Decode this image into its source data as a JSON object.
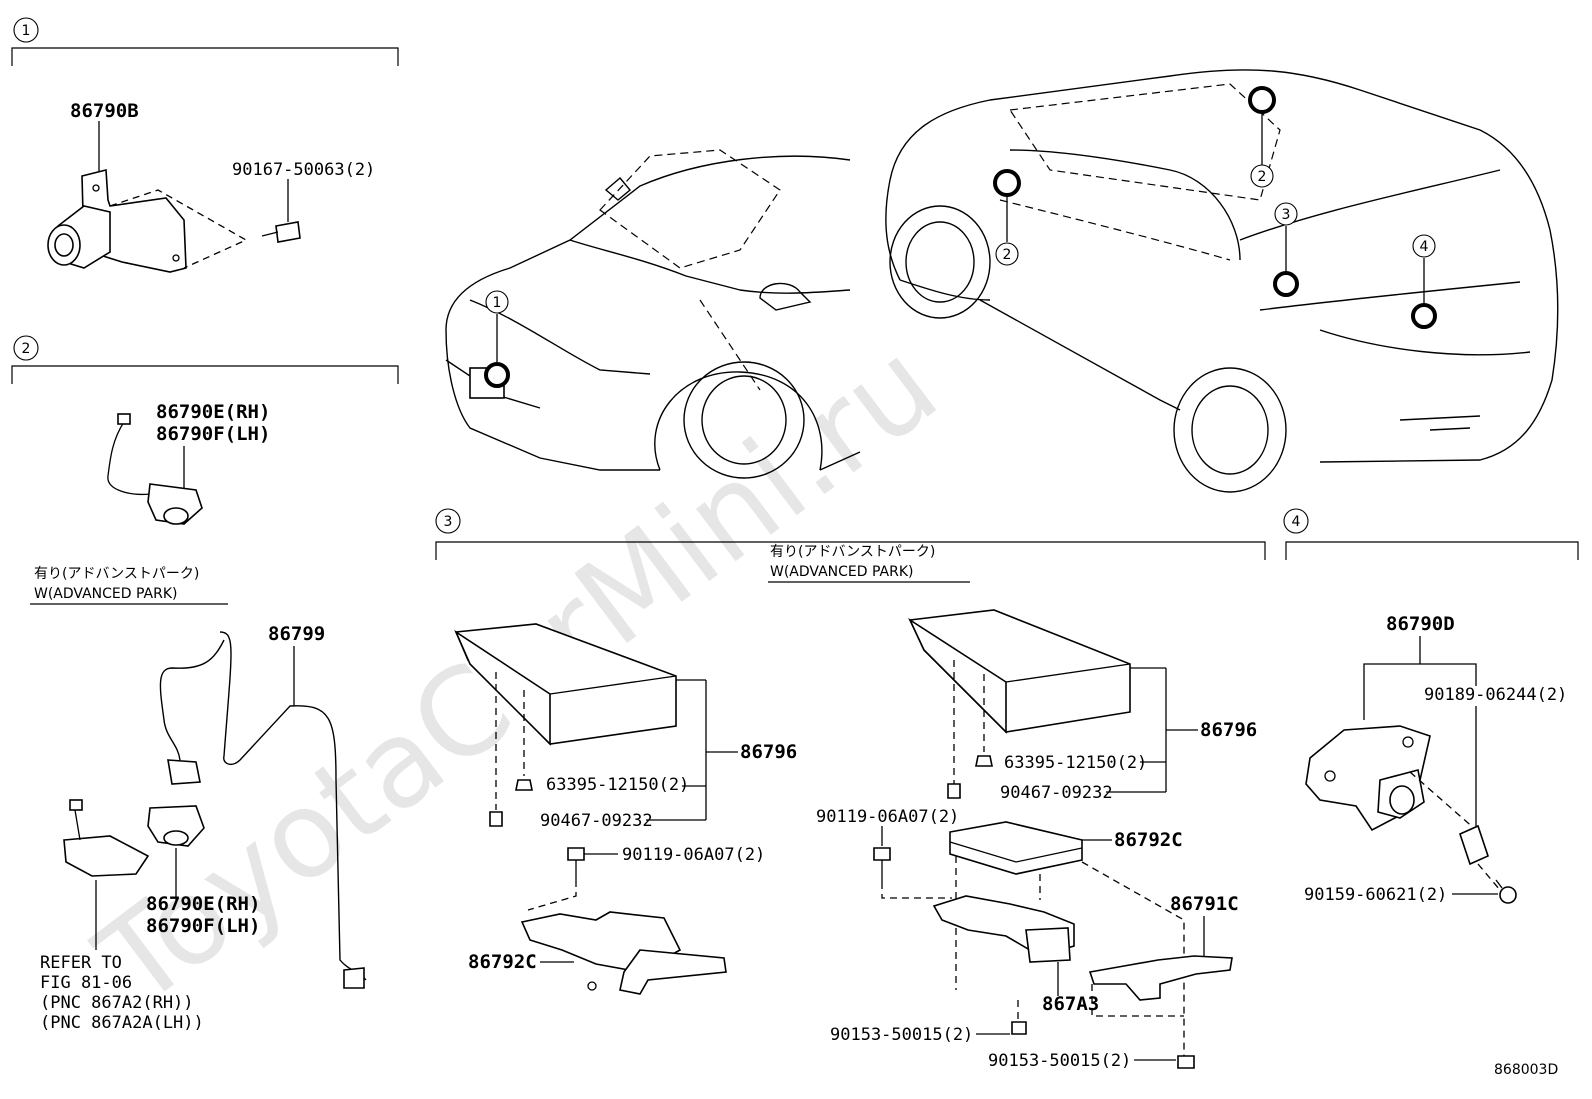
{
  "watermark": "ToyotaCarMini.ru",
  "figure_code": "868003D",
  "sections": [
    {
      "number": "1"
    },
    {
      "number": "2"
    },
    {
      "number": "3"
    },
    {
      "number": "4"
    }
  ],
  "conditions": {
    "jp": "有り(アドバンストパーク)",
    "en": "W(ADVANCED PARK)"
  },
  "section1": {
    "camera": "86790B",
    "bolt": "90167-50063(2)"
  },
  "section2": {
    "camera_rh": "86790E(RH)",
    "camera_lh": "86790F(LH)",
    "harness": "86799",
    "camera2_rh": "86790E(RH)",
    "camera2_lh": "86790F(LH)",
    "refer_lines": [
      "REFER TO",
      "FIG 81-06",
      "(PNC 867A2(RH))",
      "(PNC 867A2A(LH))"
    ]
  },
  "section3_left": {
    "ecu": "86796",
    "clip": "63395-12150(2)",
    "screw": "90467-09232",
    "bolt": "90119-06A07(2)",
    "bracket": "86792C"
  },
  "section3_right": {
    "ecu": "86796",
    "clip": "63395-12150(2)",
    "screw": "90467-09232",
    "bolt": "90119-06A07(2)",
    "module": "86792C",
    "bracket": "86791C",
    "sub": "867A3",
    "bolt_a": "90153-50015(2)",
    "bolt_b": "90153-50015(2)"
  },
  "section4": {
    "camera": "86790D",
    "clip": "90189-06244(2)",
    "screw": "90159-60621(2)"
  },
  "car_callouts": {
    "front": [
      "1"
    ],
    "rear": [
      "2",
      "2",
      "3",
      "4"
    ]
  }
}
